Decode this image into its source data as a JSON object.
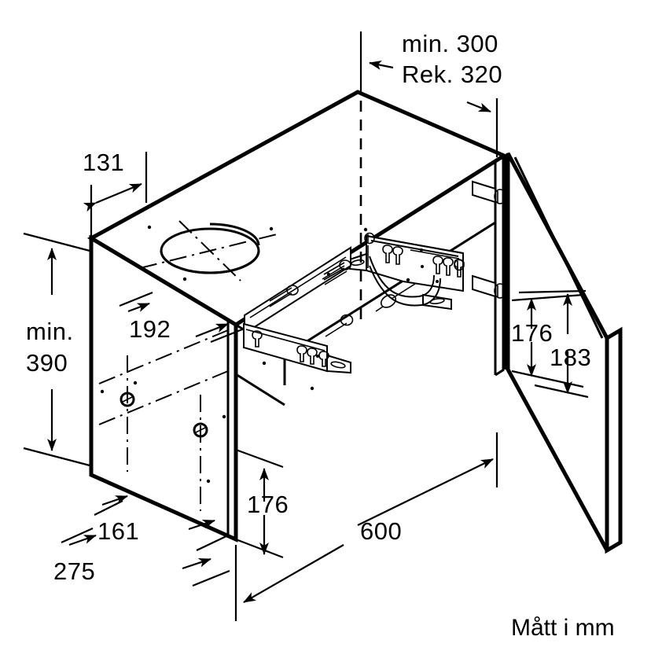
{
  "document": {
    "type": "installation-drawing",
    "subject": "Built-in extractor hood cabinet installation",
    "units_note": "Mått i mm",
    "background_color": "#ffffff",
    "line_color": "#000000"
  },
  "dimensions": {
    "top_min": "min. 300",
    "top_rek": "Rek. 320",
    "left_offset": "131",
    "left_height_min_label": "min.",
    "left_height_min_value": "390",
    "mid_offset": "192",
    "bottom_inner": "161",
    "bottom_outer": "275",
    "front_height": "176",
    "depth": "600",
    "right_upper": "176",
    "right_lower": "183"
  },
  "labels": {
    "units": "Mått i mm"
  },
  "parts": {
    "top_panel": "cabinet-top-panel",
    "left_panel": "cabinet-left-side-panel",
    "back_panel": "cabinet-back-panel",
    "right_panel": "cabinet-right-side-panel",
    "door_panel": "cabinet-door-panel",
    "vent_hole": "ventilation-cutout",
    "mounting_bracket": "mounting-bracket",
    "front_rail": "front-mounting-rail",
    "side_rail": "side-mounting-rail",
    "dowel_pins": "dowel-pins",
    "screws": "fixing-screws"
  }
}
